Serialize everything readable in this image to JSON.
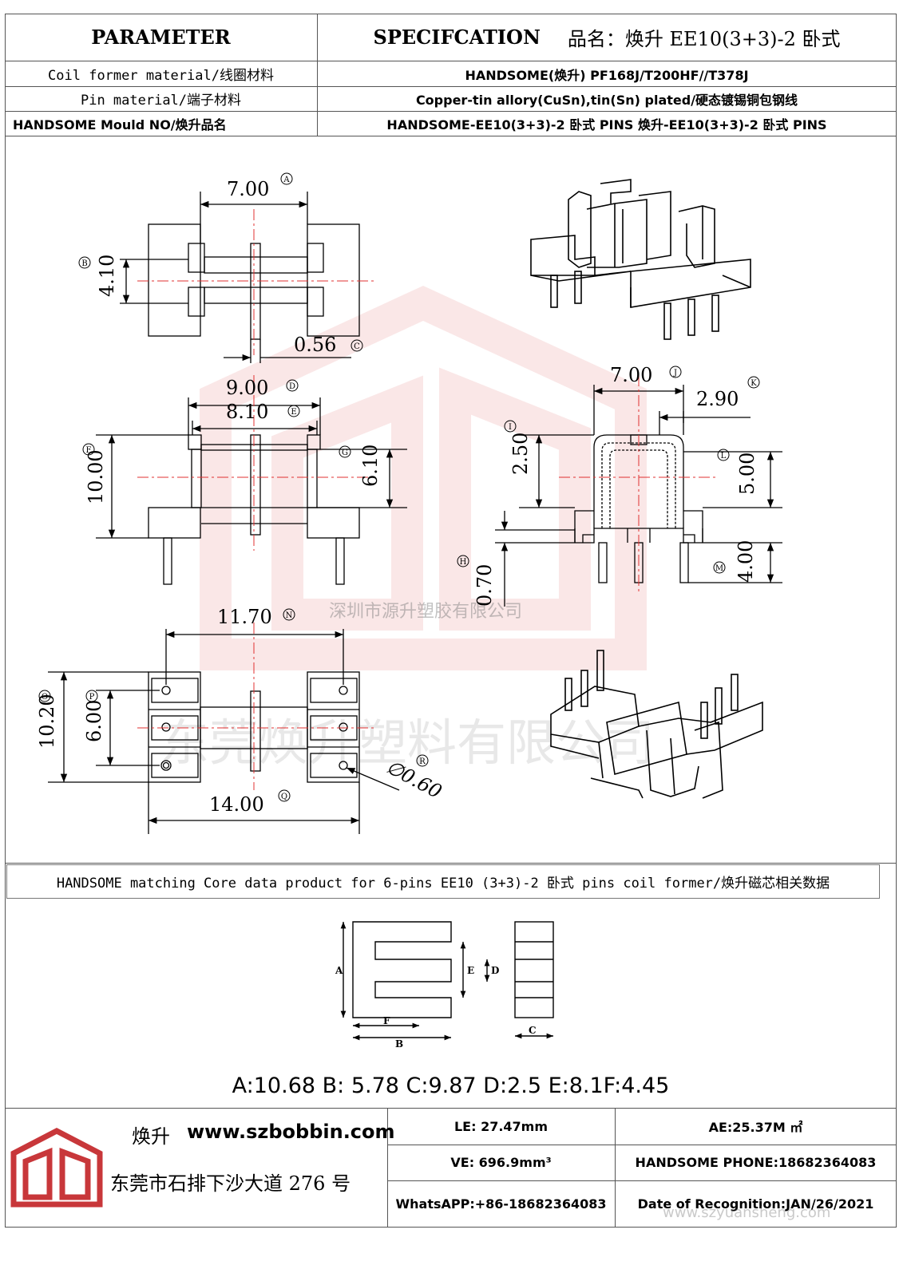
{
  "header": {
    "parameter": "PARAMETER",
    "specification": "SPECIFCATION",
    "product_name": "品名：焕升 EE10(3+3)-2 卧式"
  },
  "spec_rows": [
    {
      "label": "Coil former material/线圈材料",
      "value": "HANDSOME(焕升)    PF168J/T200HF//T378J"
    },
    {
      "label": "Pin material/端子材料",
      "value": "Copper-tin allory(CuSn),tin(Sn) plated/硬态镀锡铜包钢线"
    },
    {
      "label": "HANDSOME Mould NO/焕升品名",
      "value": "HANDSOME-EE10(3+3)-2 卧式 PINS    焕升-EE10(3+3)-2 卧式  PINS"
    }
  ],
  "dimensions": {
    "A": "7.00",
    "B": "4.10",
    "C": "0.56",
    "D": "9.00",
    "E": "8.10",
    "F": "10.00",
    "G": "6.10",
    "H": "0.70",
    "I": "2.50",
    "J": "7.00",
    "K": "2.90",
    "L": "5.00",
    "M": "4.00",
    "N": "11.70",
    "O": "10.20",
    "P": "6.00",
    "Q": "14.00",
    "R": "∅0.60"
  },
  "dimension_markers": {
    "A": "A",
    "B": "B",
    "C": "C",
    "D": "D",
    "E": "E",
    "F": "F",
    "G": "G",
    "H": "H",
    "I": "I",
    "J": "J",
    "K": "K",
    "L": "L",
    "M": "M",
    "N": "N",
    "O": "O",
    "P": "P",
    "Q": "Q",
    "R": "R"
  },
  "watermarks": {
    "small": "深圳市源升塑胶有限公司",
    "large": "东莞焕升塑料有限公司",
    "bottom": "www.szyuansheng.com"
  },
  "core_section": {
    "title": "HANDSOME matching Core data  product for 6-pins EE10 (3+3)-2 卧式 pins coil former/焕升磁芯相关数据",
    "labels": {
      "A": "A",
      "B": "B",
      "C": "C",
      "D": "D",
      "E": "E",
      "F": "F"
    },
    "values": "A:10.68 B: 5.78 C:9.87 D:2.5 E:8.1F:4.45"
  },
  "footer": {
    "brand": "焕升",
    "website": "www.szbobbin.com",
    "address": "东莞市石排下沙大道 276 号",
    "le": "LE: 27.47mm",
    "ae": "AE:25.37M ㎡",
    "ve": "VE: 696.9mm³",
    "phone": "HANDSOME PHONE:18682364083",
    "whatsapp": "WhatsAPP:+86-18682364083",
    "date": "Date of Recognition:JAN/26/2021"
  },
  "colors": {
    "line": "#555555",
    "drawing": "#000000",
    "centerline": "#e03030",
    "watermark": "#c83c3c"
  }
}
